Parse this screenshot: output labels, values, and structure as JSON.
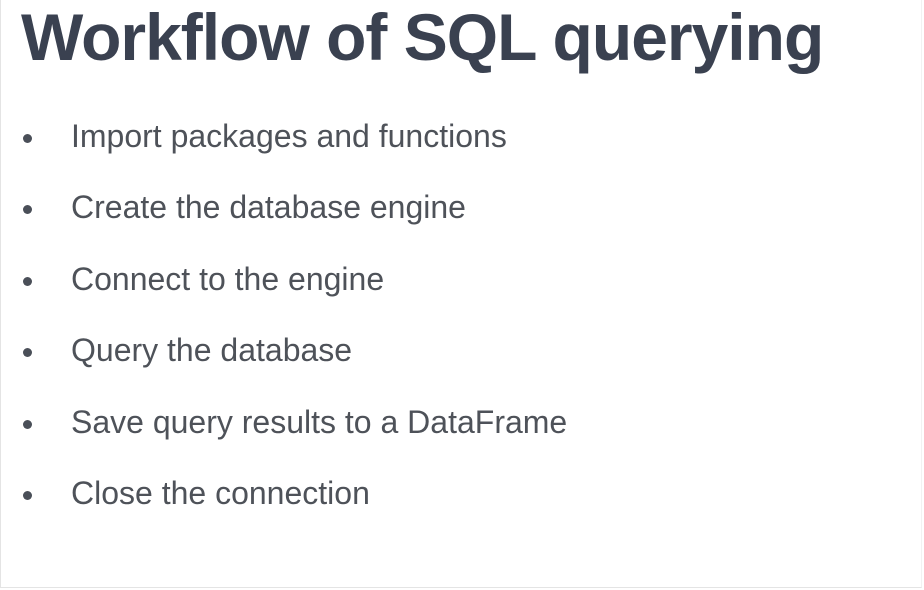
{
  "slide": {
    "title": "Workflow of SQL querying",
    "bullets": [
      {
        "text": "Import packages and functions"
      },
      {
        "text": "Create the database engine"
      },
      {
        "text": "Connect to the engine"
      },
      {
        "text": "Query the database"
      },
      {
        "text": "Save query results to a DataFrame"
      },
      {
        "text": "Close the connection"
      }
    ]
  },
  "colors": {
    "title": "#3a4150",
    "text": "#4e5259",
    "bullet": "#4a4f58",
    "background": "#ffffff"
  }
}
